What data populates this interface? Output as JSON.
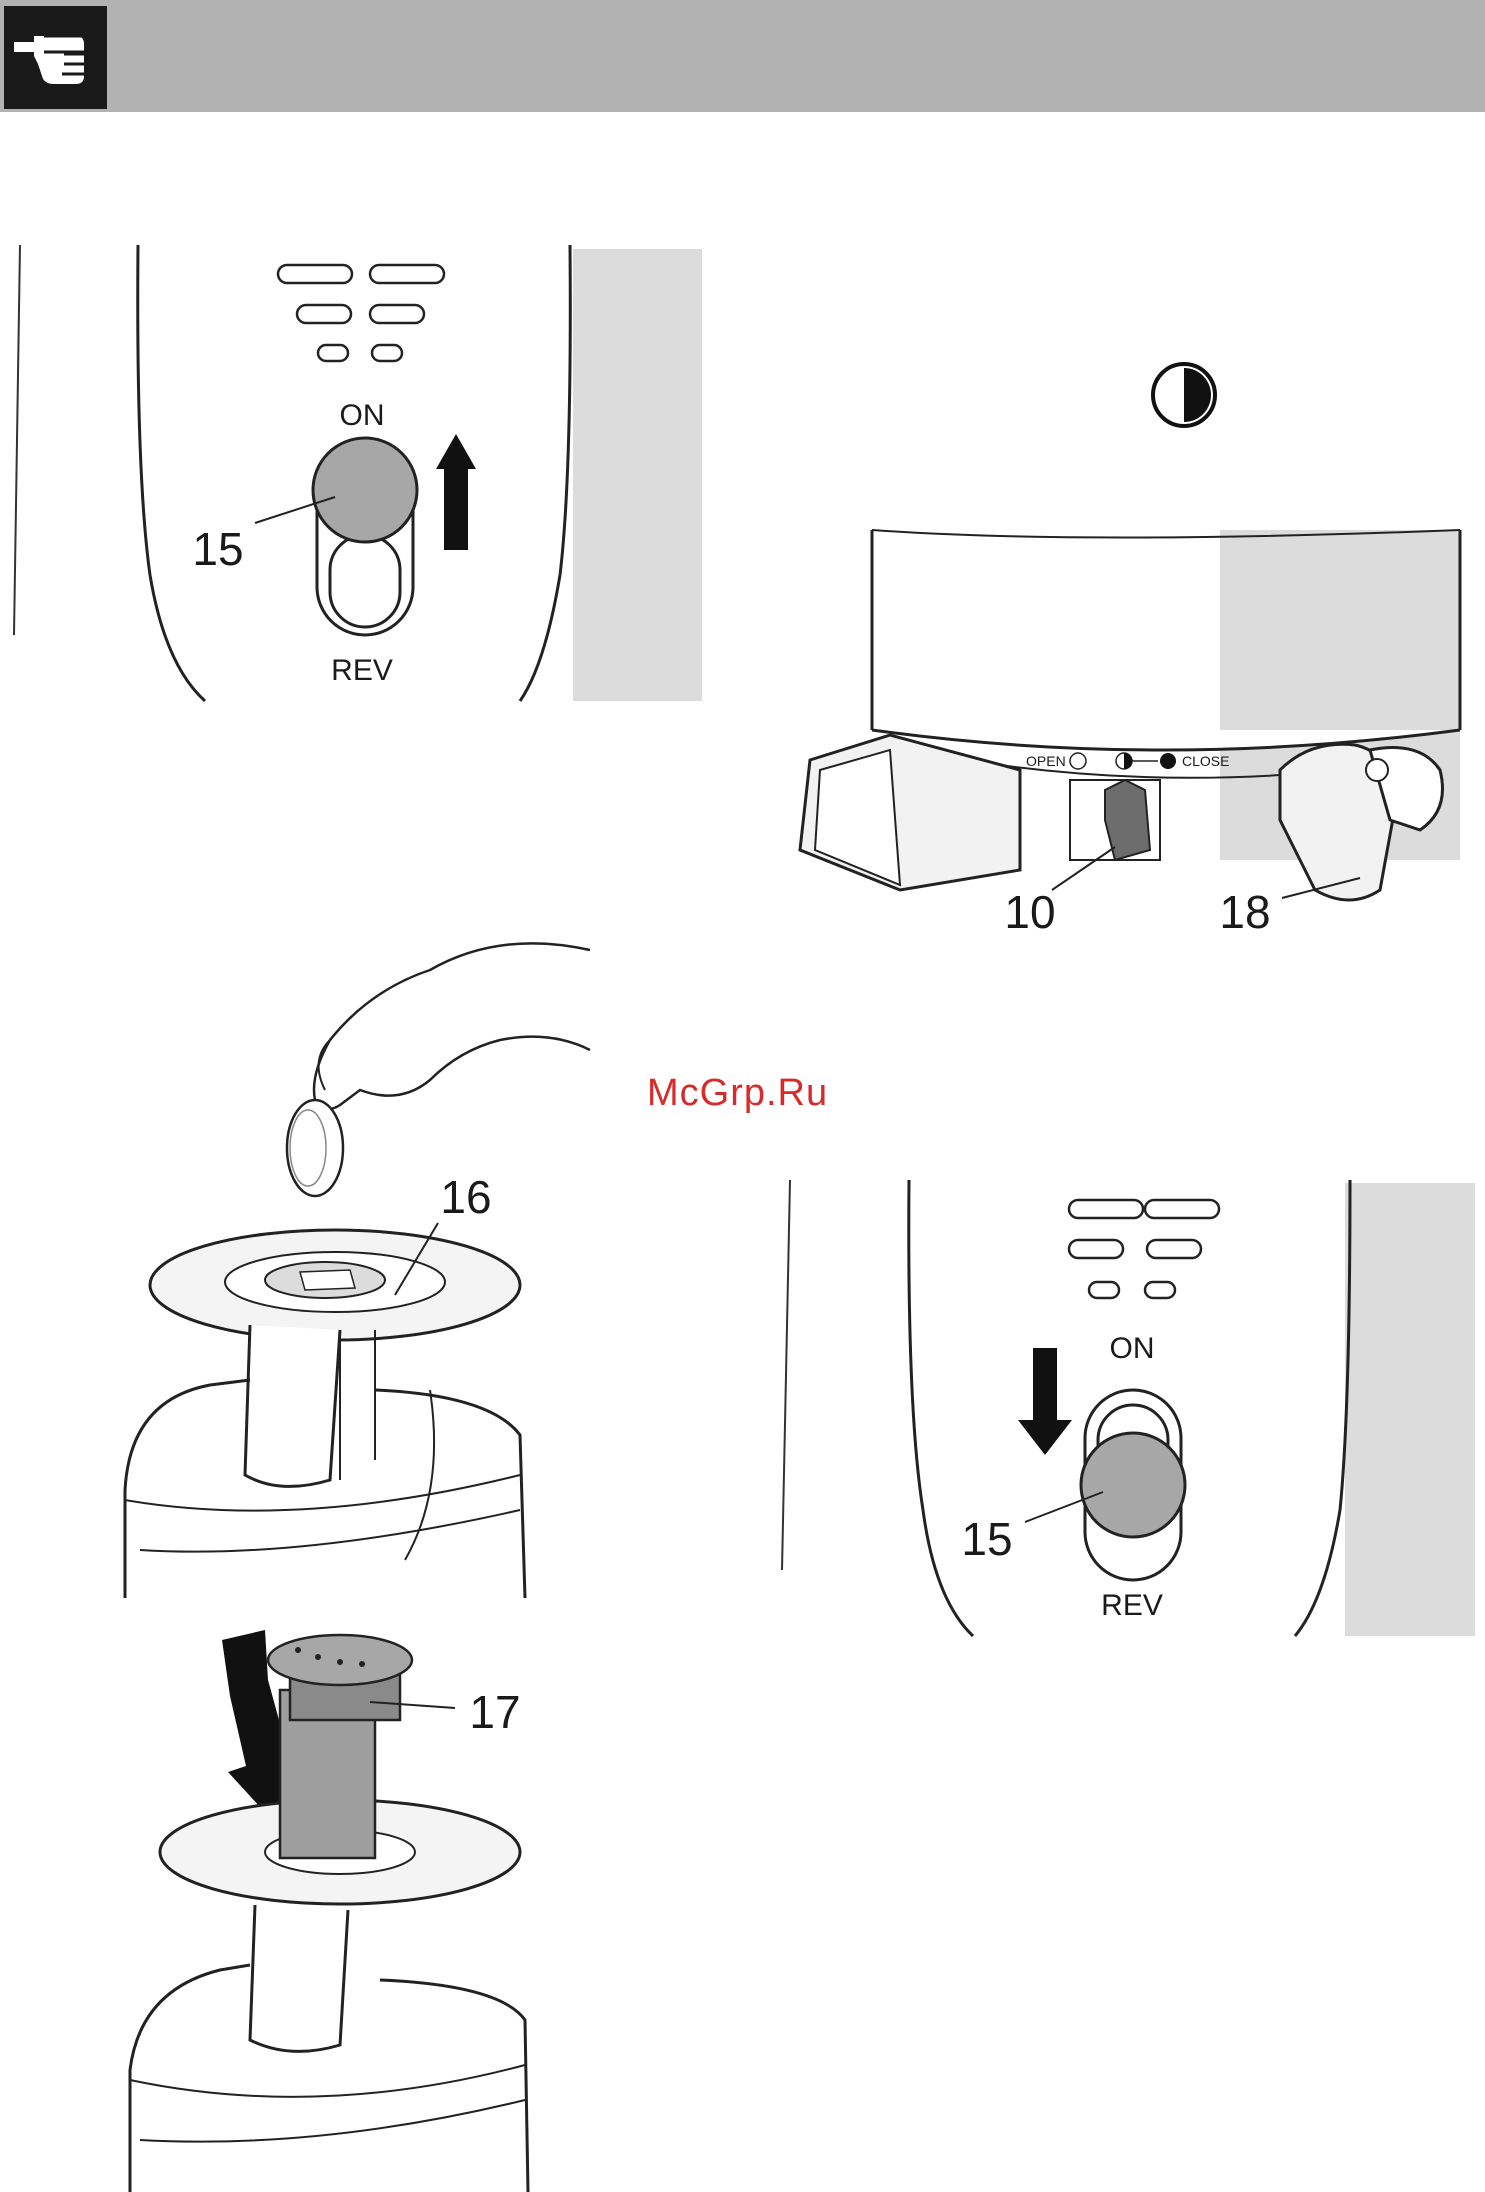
{
  "header": {
    "icon": "pointing-hand-icon"
  },
  "figure_switch_on": {
    "on_label": "ON",
    "rev_label": "REV",
    "callout": "15"
  },
  "figure_valve": {
    "symbol_icon": "half-circle-icon",
    "open_label": "OPEN",
    "close_label": "CLOSE",
    "callout_valve": "10",
    "callout_cap": "18"
  },
  "figure_feed": {
    "callout": "16"
  },
  "figure_pusher": {
    "callout": "17"
  },
  "figure_switch_off": {
    "on_label": "ON",
    "rev_label": "REV",
    "callout": "15"
  },
  "watermark": "McGrp.Ru"
}
